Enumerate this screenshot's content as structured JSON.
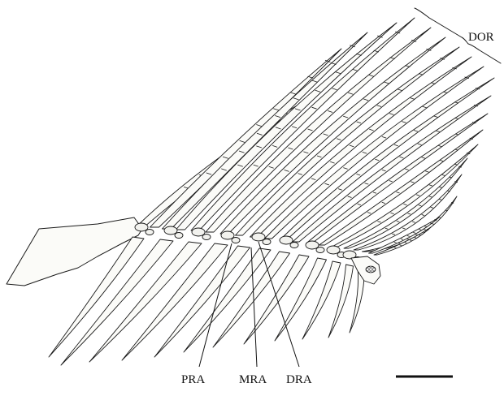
{
  "figure": {
    "labels": {
      "dor": "DOR",
      "pra": "PRA",
      "mra": "MRA",
      "dra": "DRA"
    },
    "ink_color": "#1a1a1a",
    "background_color": "#ffffff"
  }
}
